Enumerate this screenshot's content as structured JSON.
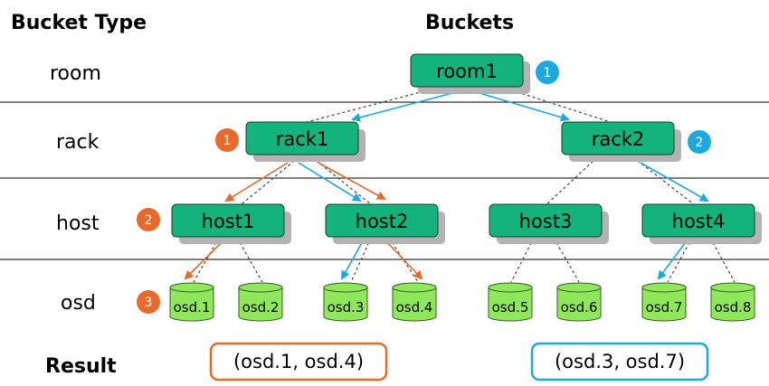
{
  "headers": {
    "bucket_type": "Bucket Type",
    "buckets": "Buckets",
    "result": "Result"
  },
  "levels": [
    "room",
    "rack",
    "host",
    "osd"
  ],
  "nodes": {
    "room1": "room1",
    "rack1": "rack1",
    "rack2": "rack2",
    "host1": "host1",
    "host2": "host2",
    "host3": "host3",
    "host4": "host4",
    "osd1": "osd.1",
    "osd2": "osd.2",
    "osd3": "osd.3",
    "osd4": "osd.4",
    "osd5": "osd.5",
    "osd6": "osd.6",
    "osd7": "osd.7",
    "osd8": "osd.8"
  },
  "badges": {
    "blue_room": "1",
    "blue_rack": "2",
    "orange_rack": "1",
    "orange_host": "2",
    "orange_osd": "3"
  },
  "results": {
    "orange": "(osd.1, osd.4)",
    "blue": "(osd.3, osd.7)"
  },
  "colors": {
    "node_fill": "#14b37d",
    "osd_fill": "#8fe85a",
    "orange": "#e8692a",
    "blue": "#1ba9e0",
    "shadow": "#b3b3b3"
  }
}
